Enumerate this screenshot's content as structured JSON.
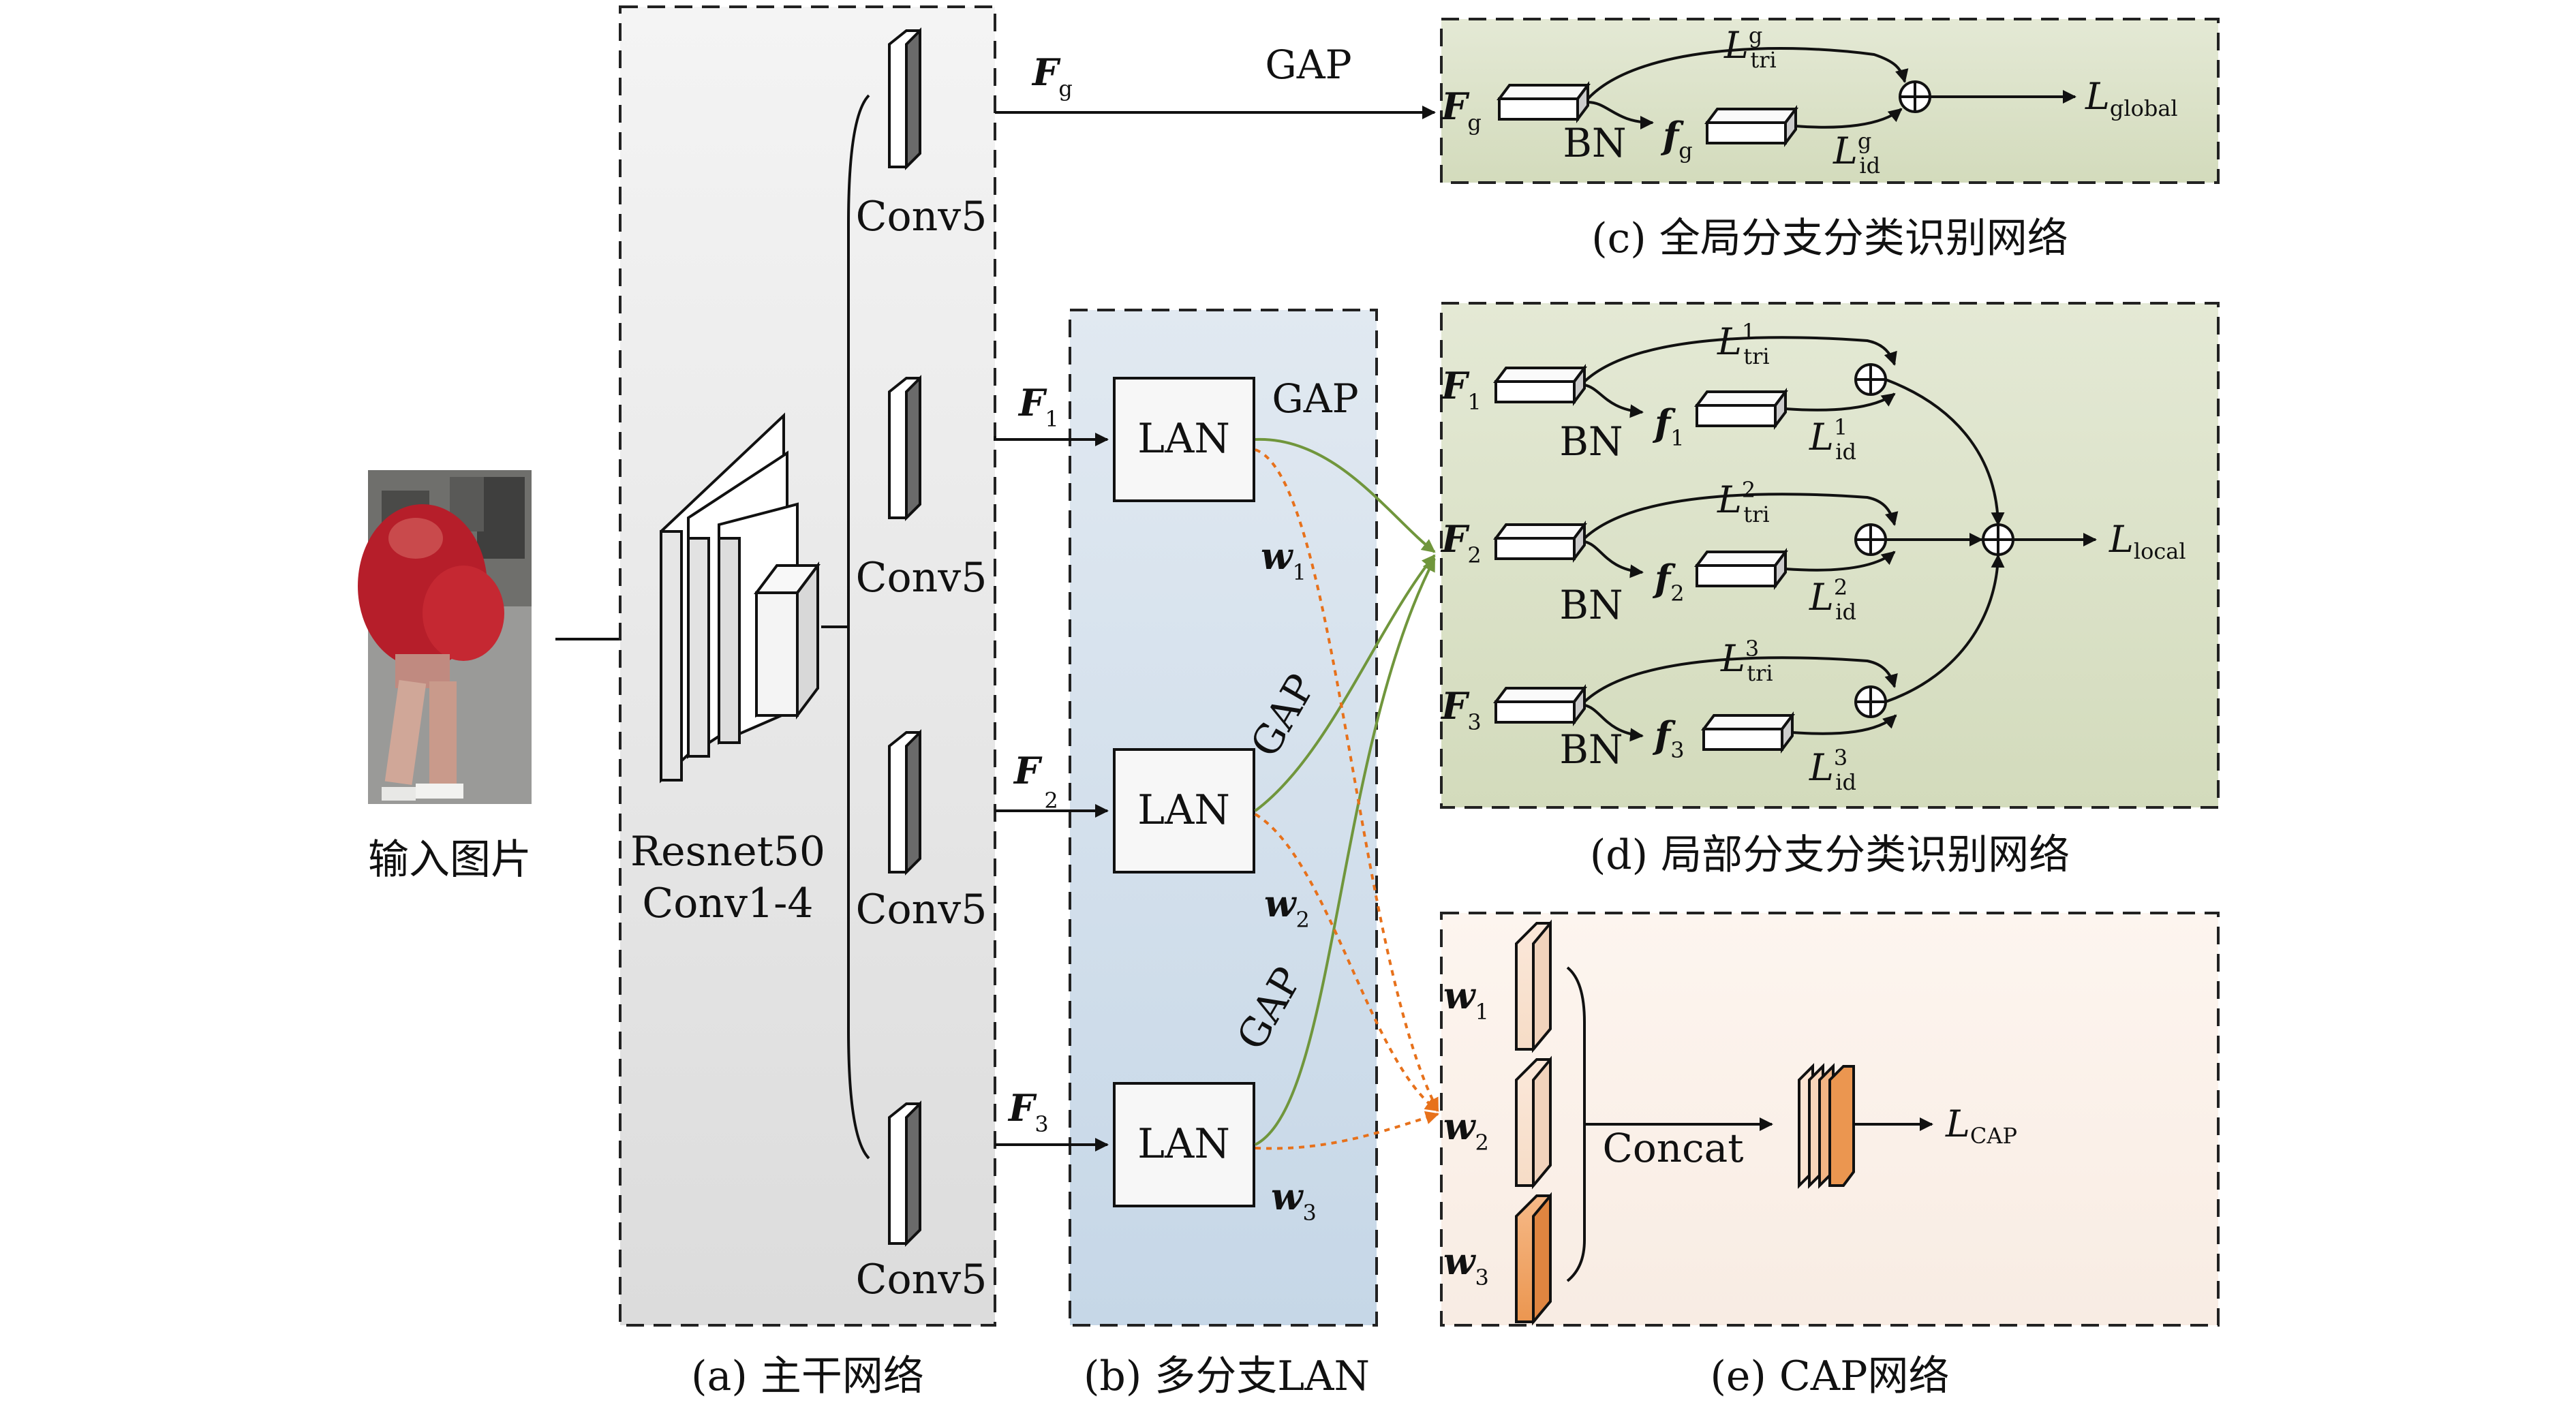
{
  "input": {
    "label": "输入图片"
  },
  "backbone": {
    "caption": "(a) 主干网络",
    "resnet_line1": "Resnet50",
    "resnet_line2": "Conv1-4",
    "conv_label": "Conv5"
  },
  "lan": {
    "caption": "(b) 多分支LAN",
    "block_label": "LAN",
    "gap_label": "GAP",
    "feature_symbol": "F",
    "weight_symbol": "w",
    "subs": [
      "1",
      "2",
      "3"
    ],
    "global_sub": "g"
  },
  "global_net": {
    "caption": "(c) 全局分支分类识别网络",
    "bn": "BN",
    "f_symbol": "f",
    "f_sub": "g",
    "L_symbol": "L",
    "tri_sup": "g",
    "tri_sub": "tri",
    "id_sup": "g",
    "id_sub": "id",
    "out_sub": "global"
  },
  "local_net": {
    "caption": "(d) 局部分支分类识别网络",
    "bn": "BN",
    "tri_sub": "tri",
    "id_sub": "id",
    "out_sub": "local"
  },
  "cap_net": {
    "caption": "(e) CAP网络",
    "concat": "Concat",
    "out_sub": "CAP"
  },
  "colors": {
    "backbone_bg": "#e9e9e9",
    "lan_bg": "#d6e2ee",
    "green_bg": "#dde3cd",
    "cap_bg": "#fbf1ea",
    "green_arrow": "#70963c",
    "orange_arrow": "#e7711b",
    "weight_fill_dark": "#f0a060"
  }
}
